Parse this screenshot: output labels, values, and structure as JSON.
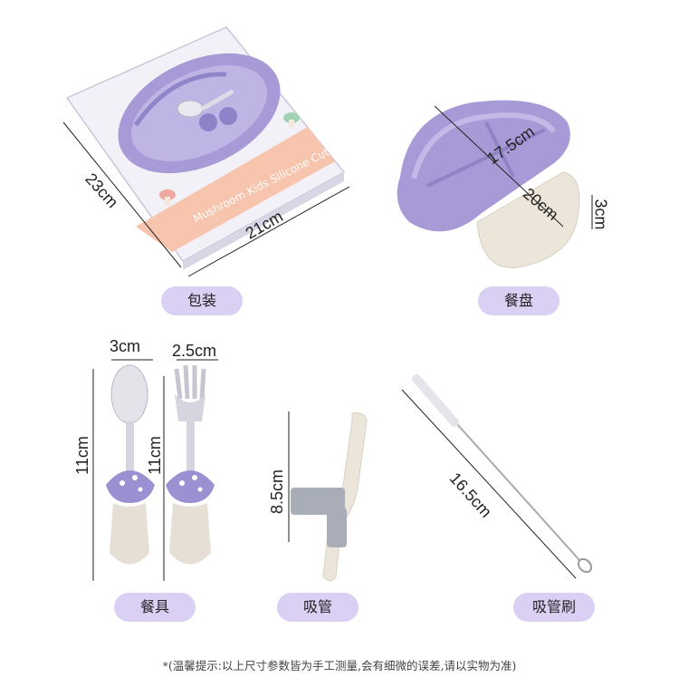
{
  "sections": {
    "package": {
      "label": "包装",
      "width": "21cm",
      "height": "23cm",
      "box_text": "Mushroom Kids Silicone Cutlery"
    },
    "plate": {
      "label": "餐盘",
      "length": "17.5cm",
      "width": "20cm",
      "depth": "3cm"
    },
    "cutlery": {
      "label": "餐具",
      "spoon_width": "3cm",
      "fork_width": "2.5cm",
      "spoon_length": "11cm",
      "fork_length": "11cm"
    },
    "straw": {
      "label": "吸管",
      "length": "8.5cm"
    },
    "brush": {
      "label": "吸管刷",
      "length": "16.5cm"
    }
  },
  "footnote": "*(温馨提示:以上尺寸参数皆为手工测量,会有细微的误差,请以实物为准)",
  "colors": {
    "pill_bg": "#d9d0f3",
    "lavender": "#9f94cc",
    "cream": "#ece6da",
    "box_peach": "#f7c4ad"
  }
}
